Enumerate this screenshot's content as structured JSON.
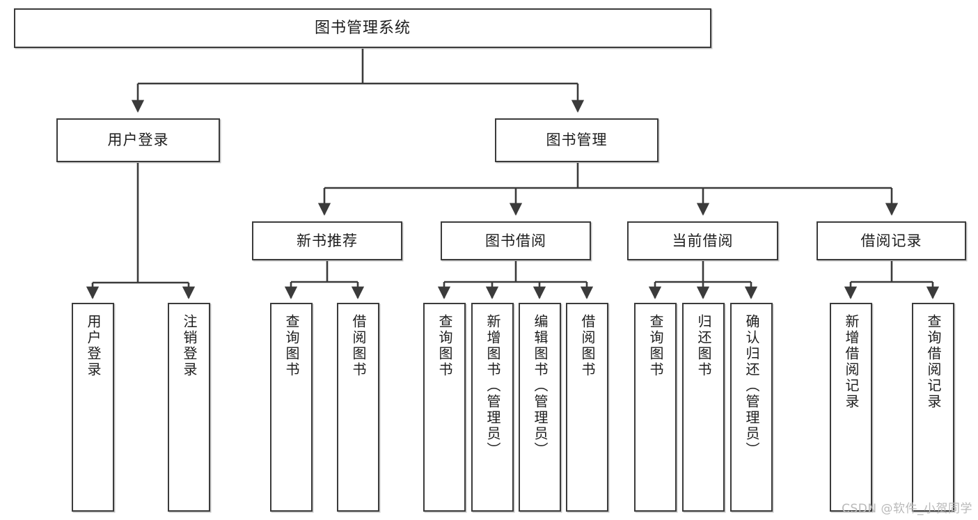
{
  "diagram": {
    "title": "图书管理系统",
    "type": "tree-hierarchy",
    "colors": {
      "box_border": "#3b3b3b",
      "box_fill": "#ffffff",
      "edge": "#3b3b3b",
      "text": "#1d1d1d",
      "watermark": "#b9b9b9"
    },
    "watermark": "CSDN @软件_小贺同学",
    "nodes": {
      "root": {
        "label": "图书管理系统"
      },
      "level2": [
        {
          "label": "用户登录"
        },
        {
          "label": "图书管理"
        }
      ],
      "level3": [
        {
          "label": "新书推荐"
        },
        {
          "label": "图书借阅"
        },
        {
          "label": "当前借阅"
        },
        {
          "label": "借阅记录"
        }
      ],
      "leaves_user_login": [
        {
          "label": "用户登录"
        },
        {
          "label": "注销登录"
        }
      ],
      "leaves_new_book": [
        {
          "label": "查询图书"
        },
        {
          "label": "借阅图书"
        }
      ],
      "leaves_borrow": [
        {
          "label": "查询图书"
        },
        {
          "label": "新增图书（管理员）"
        },
        {
          "label": "编辑图书（管理员）"
        },
        {
          "label": "借阅图书"
        }
      ],
      "leaves_current": [
        {
          "label": "查询图书"
        },
        {
          "label": "归还图书"
        },
        {
          "label": "确认归还（管理员）"
        }
      ],
      "leaves_records": [
        {
          "label": "新增借阅记录"
        },
        {
          "label": "查询借阅记录"
        }
      ]
    }
  }
}
